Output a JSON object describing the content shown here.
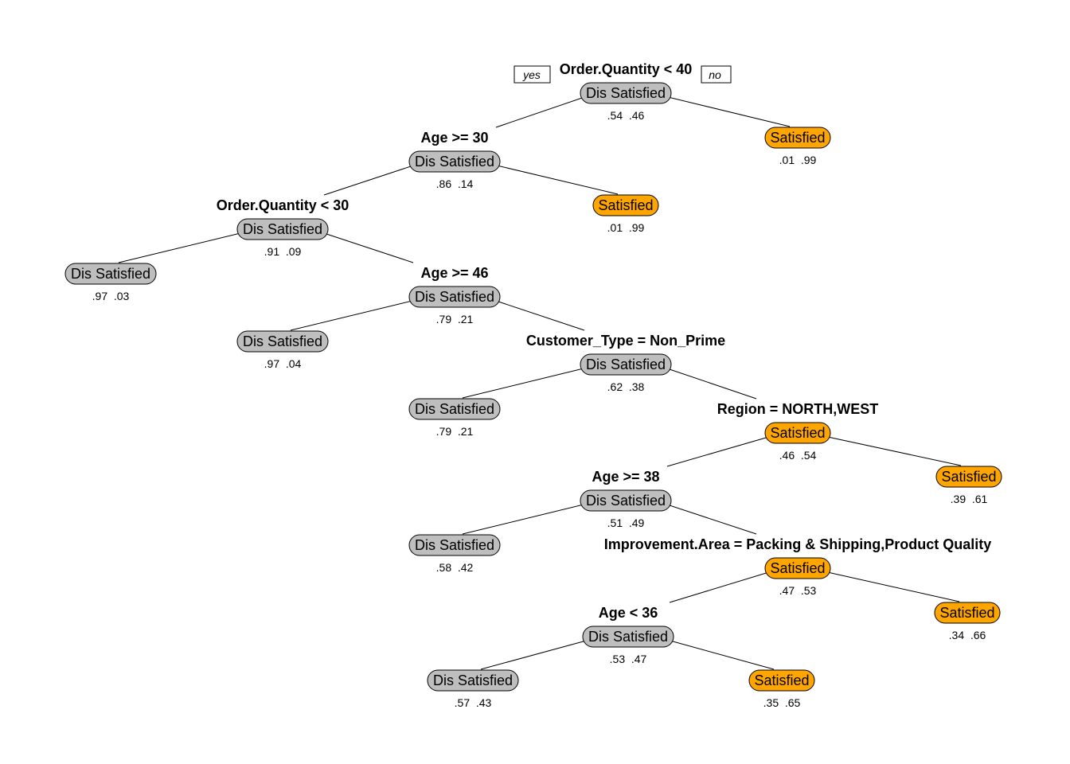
{
  "tree": {
    "yes_label": "yes",
    "no_label": "no",
    "colors": {
      "dis_satisfied": "#bebebe",
      "satisfied": "#ffa500"
    },
    "nodes": [
      {
        "id": "n1",
        "label": "Dis Satisfied",
        "class": "dis_satisfied",
        "probs": ".54  .46",
        "split": "Order.Quantity < 40"
      },
      {
        "id": "n2",
        "label": "Dis Satisfied",
        "class": "dis_satisfied",
        "probs": ".86  .14",
        "split": "Age >= 30"
      },
      {
        "id": "n3",
        "label": "Satisfied",
        "class": "satisfied",
        "probs": ".01  .99",
        "split": ""
      },
      {
        "id": "n4",
        "label": "Dis Satisfied",
        "class": "dis_satisfied",
        "probs": ".91  .09",
        "split": "Order.Quantity < 30"
      },
      {
        "id": "n5",
        "label": "Satisfied",
        "class": "satisfied",
        "probs": ".01  .99",
        "split": ""
      },
      {
        "id": "n6",
        "label": "Dis Satisfied",
        "class": "dis_satisfied",
        "probs": ".97  .03",
        "split": ""
      },
      {
        "id": "n7",
        "label": "Dis Satisfied",
        "class": "dis_satisfied",
        "probs": ".79  .21",
        "split": "Age >= 46"
      },
      {
        "id": "n8",
        "label": "Dis Satisfied",
        "class": "dis_satisfied",
        "probs": ".97  .04",
        "split": ""
      },
      {
        "id": "n9",
        "label": "Dis Satisfied",
        "class": "dis_satisfied",
        "probs": ".62  .38",
        "split": "Customer_Type = Non_Prime"
      },
      {
        "id": "n10",
        "label": "Dis Satisfied",
        "class": "dis_satisfied",
        "probs": ".79  .21",
        "split": ""
      },
      {
        "id": "n11",
        "label": "Satisfied",
        "class": "satisfied",
        "probs": ".46  .54",
        "split": "Region = NORTH,WEST"
      },
      {
        "id": "n12",
        "label": "Dis Satisfied",
        "class": "dis_satisfied",
        "probs": ".51  .49",
        "split": "Age >= 38"
      },
      {
        "id": "n13",
        "label": "Satisfied",
        "class": "satisfied",
        "probs": ".39  .61",
        "split": ""
      },
      {
        "id": "n14",
        "label": "Dis Satisfied",
        "class": "dis_satisfied",
        "probs": ".58  .42",
        "split": ""
      },
      {
        "id": "n15",
        "label": "Satisfied",
        "class": "satisfied",
        "probs": ".47  .53",
        "split": "Improvement.Area = Packing & Shipping,Product Quality"
      },
      {
        "id": "n16",
        "label": "Dis Satisfied",
        "class": "dis_satisfied",
        "probs": ".53  .47",
        "split": "Age < 36"
      },
      {
        "id": "n17",
        "label": "Satisfied",
        "class": "satisfied",
        "probs": ".34  .66",
        "split": ""
      },
      {
        "id": "n18",
        "label": "Dis Satisfied",
        "class": "dis_satisfied",
        "probs": ".57  .43",
        "split": ""
      },
      {
        "id": "n19",
        "label": "Satisfied",
        "class": "satisfied",
        "probs": ".35  .65",
        "split": ""
      }
    ],
    "edges": [
      [
        "n1",
        "n2"
      ],
      [
        "n1",
        "n3"
      ],
      [
        "n2",
        "n4"
      ],
      [
        "n2",
        "n5"
      ],
      [
        "n4",
        "n6"
      ],
      [
        "n4",
        "n7"
      ],
      [
        "n7",
        "n8"
      ],
      [
        "n7",
        "n9"
      ],
      [
        "n9",
        "n10"
      ],
      [
        "n9",
        "n11"
      ],
      [
        "n11",
        "n12"
      ],
      [
        "n11",
        "n13"
      ],
      [
        "n12",
        "n14"
      ],
      [
        "n12",
        "n15"
      ],
      [
        "n15",
        "n16"
      ],
      [
        "n15",
        "n17"
      ],
      [
        "n16",
        "n18"
      ],
      [
        "n16",
        "n19"
      ]
    ]
  }
}
